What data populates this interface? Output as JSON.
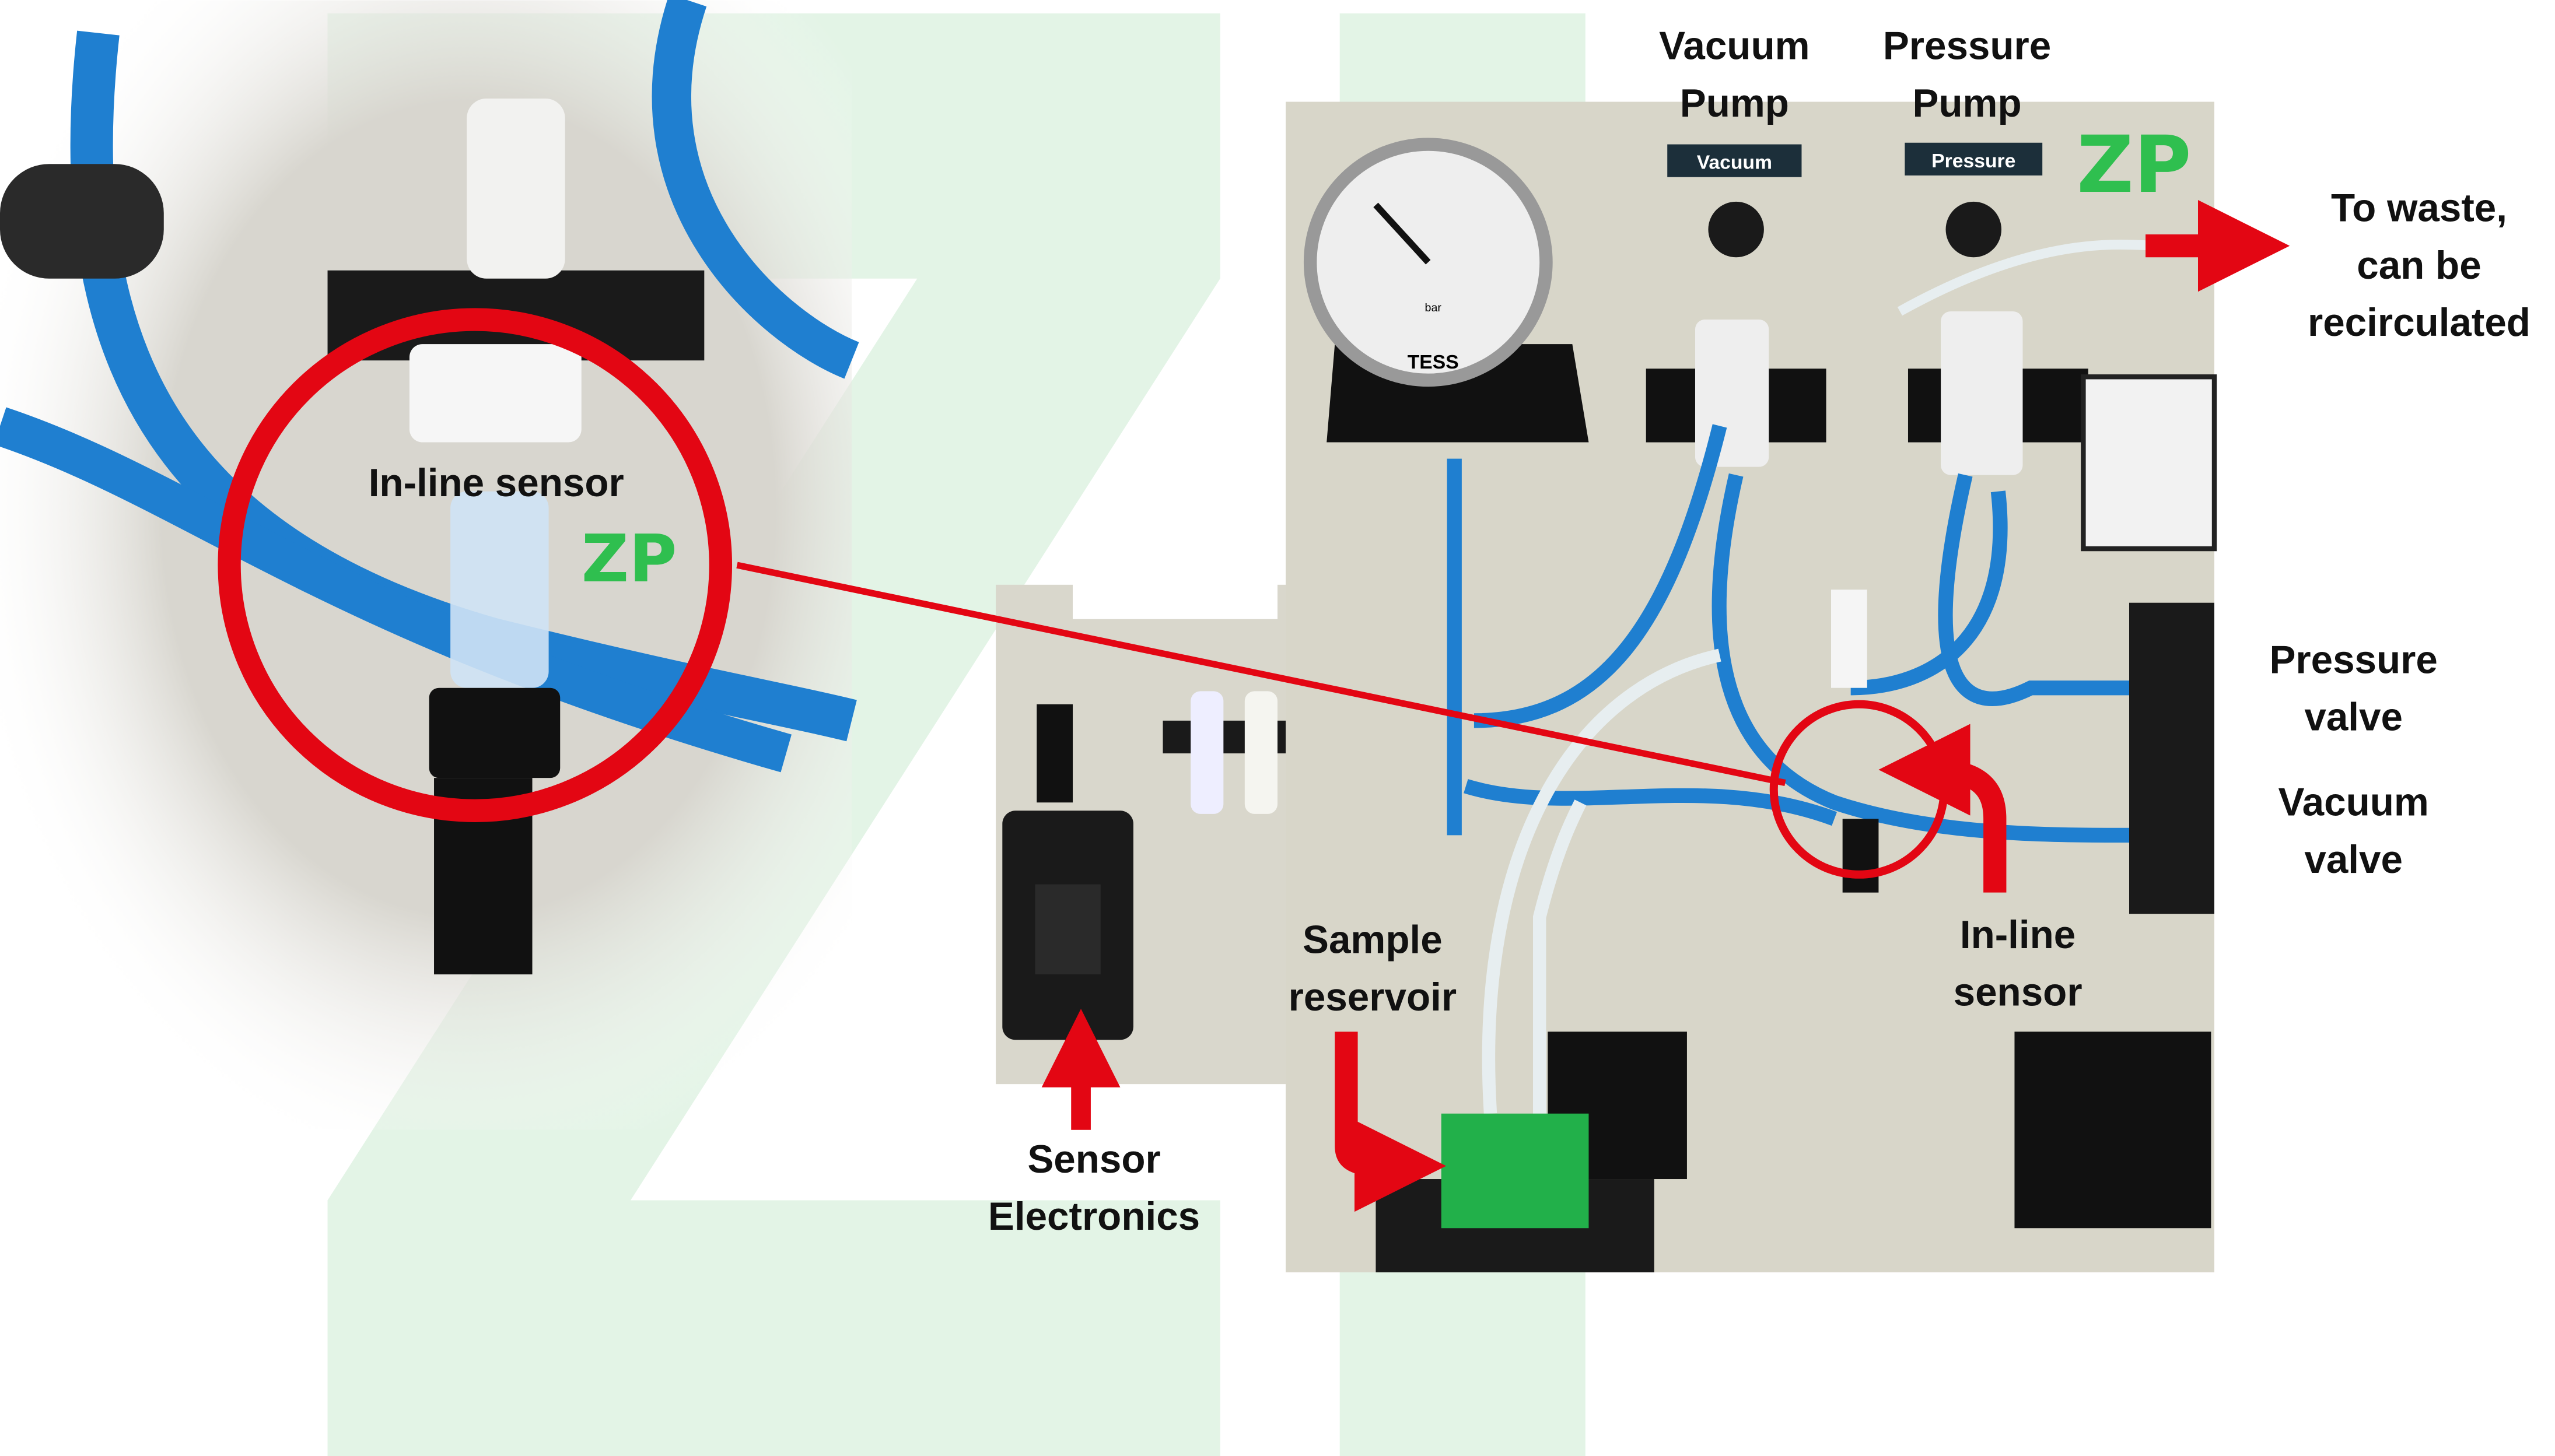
{
  "labels": {
    "inline_sensor_zoom": "In-line sensor",
    "vacuum_pump": [
      "Vacuum",
      "Pump"
    ],
    "pressure_pump": [
      "Pressure",
      "Pump"
    ],
    "to_waste": [
      "To waste,",
      "can be",
      "recirculated"
    ],
    "pressure_valve": [
      "Pressure",
      "valve"
    ],
    "vacuum_valve": [
      "Vacuum",
      "valve"
    ],
    "inline_sensor": [
      "In-line",
      "sensor"
    ],
    "sample_reservoir": [
      "Sample",
      "reservoir"
    ],
    "sensor_electronics": [
      "Sensor",
      "Electronics"
    ]
  },
  "panel_plates": {
    "vacuum": "Vacuum",
    "pressure": "Pressure"
  },
  "gauge": {
    "brand": "TESS",
    "unit": "bar"
  },
  "logo": "ZP",
  "colors": {
    "highlight_red": "#e30613",
    "logo_green": "#2fbf4f",
    "watermark_green": "#e3f4e6",
    "tube_blue": "#1f7fd0"
  }
}
